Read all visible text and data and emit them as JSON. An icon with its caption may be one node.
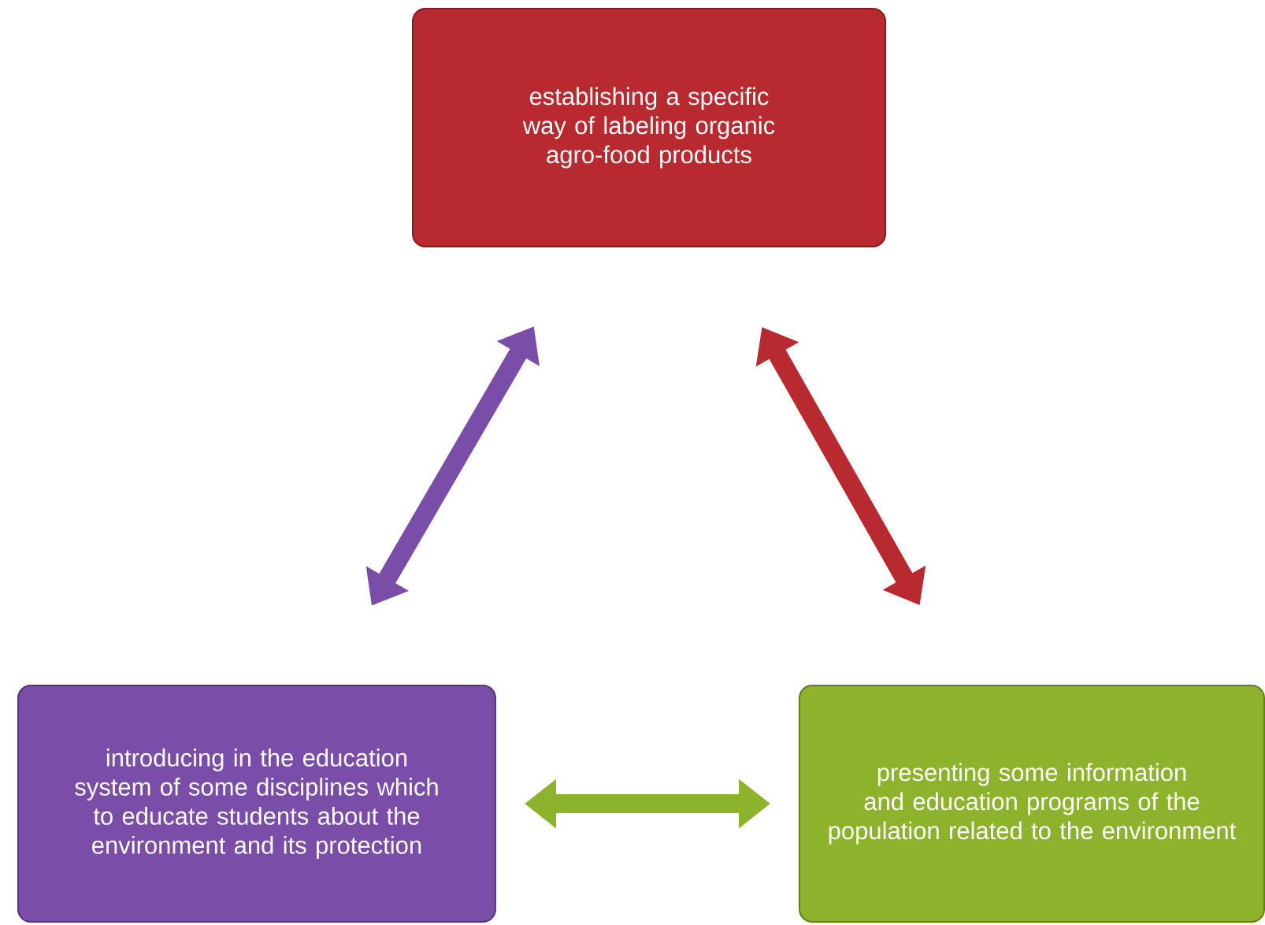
{
  "diagram": {
    "nodes": [
      {
        "text": [
          "establishing a specific way of labeling organic agro-food products"
        ]
      },
      {
        "text": [
          "introducing in the education system of some disciplines which to educate students about the environment and its protection"
        ]
      },
      {
        "text": [
          "presenting some information and education programs of the population related to the environment"
        ]
      }
    ],
    "edges": [
      {
        "from": 1,
        "to": 0,
        "arrow": "both",
        "color": "#7a4ea8"
      },
      {
        "from": 0,
        "to": 2,
        "arrow": "both",
        "color": "#b82a2f"
      },
      {
        "from": 1,
        "to": 2,
        "arrow": "both",
        "color": "#8db32c"
      }
    ]
  }
}
